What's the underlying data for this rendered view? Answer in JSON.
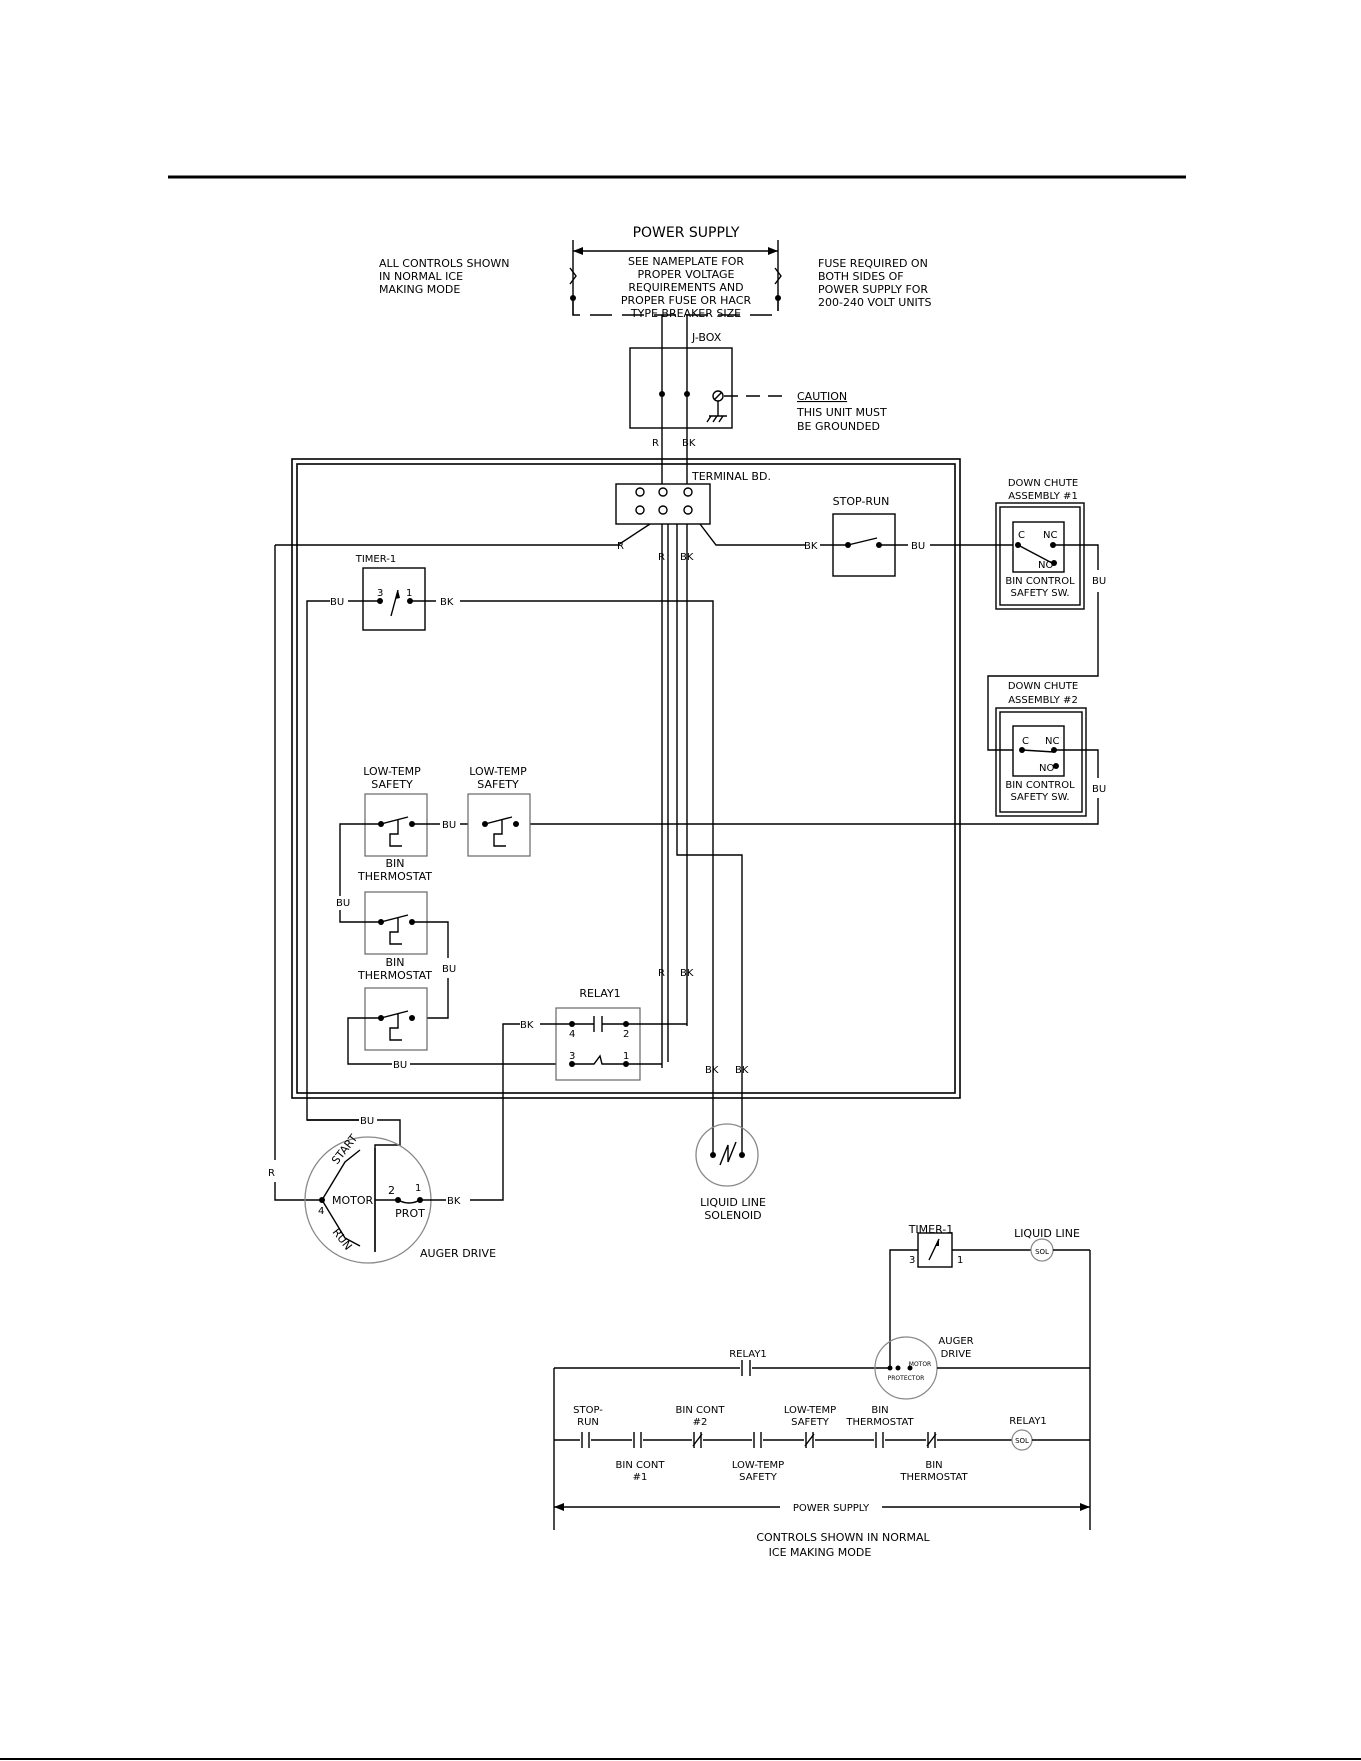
{
  "power_supply": {
    "title": "POWER SUPPLY",
    "lines": [
      "SEE NAMEPLATE FOR",
      "PROPER VOLTAGE",
      "REQUIREMENTS AND",
      "PROPER FUSE OR HACR",
      "TYPE BREAKER SIZE"
    ]
  },
  "notes": {
    "controls": [
      "ALL CONTROLS SHOWN",
      "IN NORMAL ICE",
      "MAKING MODE"
    ],
    "fuse": [
      "FUSE REQUIRED ON",
      "BOTH SIDES OF",
      "POWER SUPPLY FOR",
      "200-240 VOLT UNITS"
    ],
    "caution_title": "CAUTION",
    "caution": [
      "THIS UNIT MUST",
      "BE GROUNDED"
    ]
  },
  "labels": {
    "jbox": "J-BOX",
    "terminal_bd": "TERMINAL BD.",
    "stop_run": "STOP-RUN",
    "timer1": "TIMER-1",
    "low_temp_safety_top": "LOW-TEMP",
    "low_temp_safety_bottom": "SAFETY",
    "bin": "BIN",
    "thermostat": "THERMOSTAT",
    "relay1": "RELAY1",
    "down_chute": "DOWN CHUTE",
    "assembly1": "ASSEMBLY #1",
    "assembly2": "ASSEMBLY #2",
    "bin_control": "BIN CONTROL",
    "safety_sw": "SAFETY SW.",
    "c": "C",
    "nc": "NC",
    "no": "NO",
    "liquid_line": "LIQUID LINE",
    "solenoid": "SOLENOID",
    "auger_drive": "AUGER DRIVE",
    "motor": "MOTOR",
    "start": "START",
    "run": "RUN",
    "prot": "PROT",
    "n1": "1",
    "n2": "2",
    "n3": "3",
    "n4": "4"
  },
  "wires": {
    "r": "R",
    "bk": "BK",
    "bu": "BU"
  },
  "ladder": {
    "timer1": "TIMER-1",
    "liquid_line": "LIQUID LINE",
    "sol": "SOL",
    "relay1": "RELAY1",
    "auger": "AUGER",
    "drive": "DRIVE",
    "motor": "MOTOR",
    "protector": "PROTECTOR",
    "stop": "STOP-",
    "run": "RUN",
    "bin_cont": "BIN CONT",
    "n2": "#2",
    "n1": "#1",
    "low_temp": "LOW-TEMP",
    "safety": "SAFETY",
    "bin": "BIN",
    "thermostat": "THERMOSTAT",
    "relay1_coil": "RELAY1",
    "power_supply": "POWER SUPPLY",
    "footer": [
      "CONTROLS SHOWN IN NORMAL",
      "ICE MAKING MODE"
    ],
    "three": "3",
    "one": "1"
  }
}
